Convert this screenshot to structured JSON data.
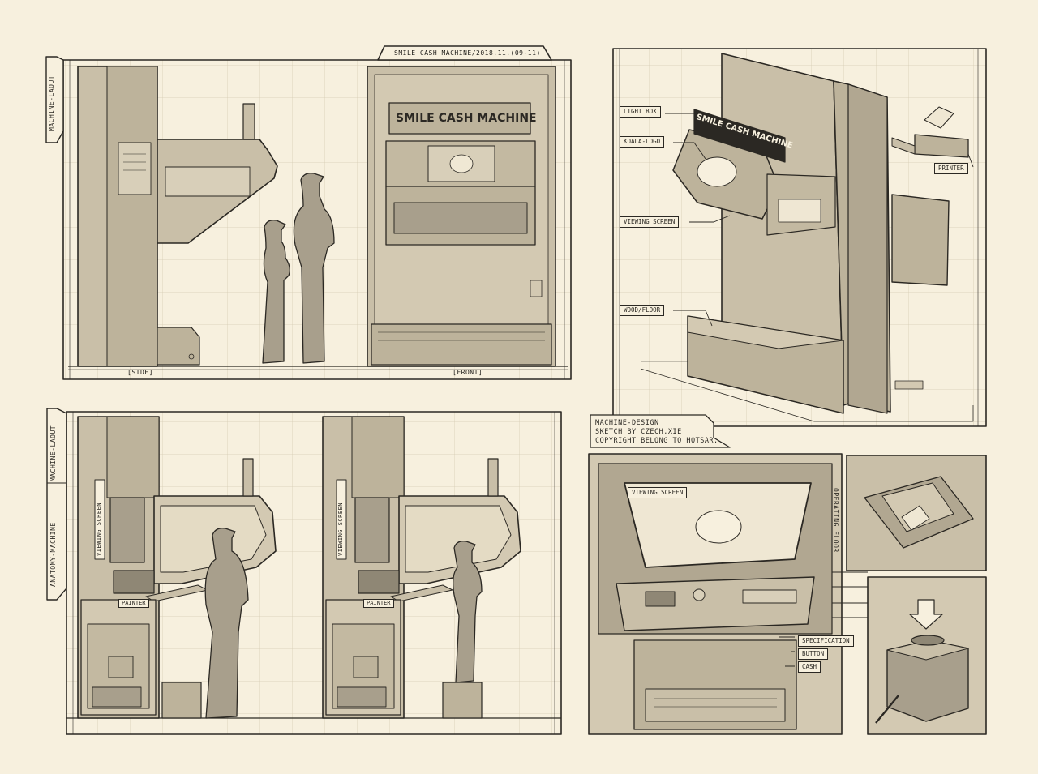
{
  "header": {
    "title": "SMILE CASH MACHINE/2018.11.(09-11)"
  },
  "top_left": {
    "side_label": "MACHINE-LAOUT",
    "view_side": "[SIDE]",
    "view_front": "[FRONT]",
    "front_sign": "SMILE CASH MACHINE"
  },
  "perspective": {
    "sign": "SMILE CASH MACHINE",
    "labels": {
      "light_box": "LIGHT BOX",
      "koala_logo": "KOALA-LOGO",
      "viewing_screen": "VIEWING SCREEN",
      "wood_floor": "WOOD/FLOOR",
      "printer": "PRINTER"
    }
  },
  "credits": {
    "line1": "MACHINE-DESIGN",
    "line2": "SKETCH BY CZECH.XIE",
    "line3": "COPYRIGHT BELONG TO HOTSAR."
  },
  "anatomy": {
    "side_label_1": "MACHINE-LAOUT",
    "side_label_2": "ANATOMY-MACHINE",
    "screen_label": "VIEWING SCREEN",
    "painter_label": "PAINTER"
  },
  "detail": {
    "viewing_screen": "VIEWING SCREEN",
    "operating_floor": "OPERATING FLOOR",
    "specification": "SPECIFICATION",
    "button": "BUTTON",
    "cash": "CASH"
  },
  "colors": {
    "paper": "#f7f0de",
    "ink": "#2b2823",
    "machine_fill": "#c9bfa8",
    "shadow_fill": "#a89f8c"
  }
}
